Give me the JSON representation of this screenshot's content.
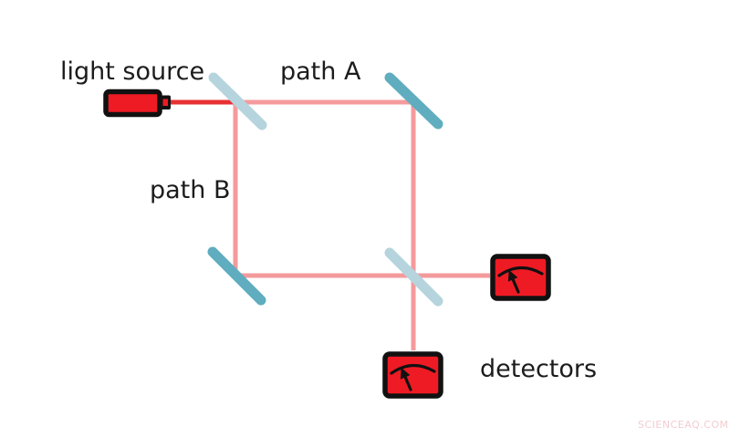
{
  "diagram": {
    "type": "mach-zehnder-interferometer",
    "labels": {
      "light_source": "light source",
      "path_a": "path A",
      "path_b": "path B",
      "detectors": "detectors"
    },
    "watermark": "SCIENCEAQ.COM",
    "colors": {
      "background": "#ffffff",
      "label_text": "#1c1c1c",
      "beam_bright": "#e73134",
      "beam_pale": "#f49a9c",
      "mirror_teal": "#5fadbf",
      "splitter_blue": "#b5d4dd",
      "device_red": "#ee1b24",
      "outline": "#111111",
      "watermark_pink": "#f3ccd1"
    },
    "components": [
      {
        "name": "laser-light-source"
      },
      {
        "name": "input-beam-splitter"
      },
      {
        "name": "mirror-top-right"
      },
      {
        "name": "mirror-bottom-left"
      },
      {
        "name": "output-beam-splitter"
      },
      {
        "name": "detector-right"
      },
      {
        "name": "detector-bottom"
      }
    ]
  }
}
